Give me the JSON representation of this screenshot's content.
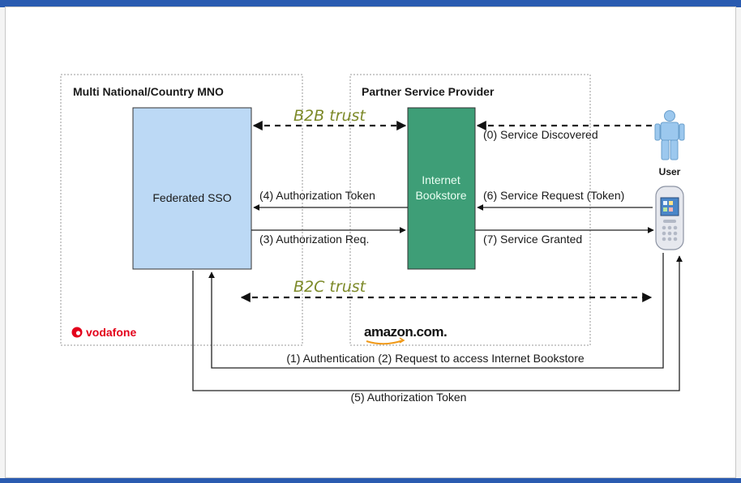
{
  "zones": {
    "mno_title": "Multi National/Country MNO",
    "psp_title": "Partner Service Provider"
  },
  "nodes": {
    "sso": "Federated SSO",
    "bookstore_line1": "Internet",
    "bookstore_line2": "Bookstore",
    "user": "User"
  },
  "trust": {
    "b2b": "B2B trust",
    "b2c": "B2C trust"
  },
  "arrows": {
    "a0": "(0) Service Discovered",
    "a4": "(4) Authorization Token",
    "a6": "(6) Service Request (Token)",
    "a3": "(3) Authorization Req.",
    "a7": "(7) Service Granted",
    "a1_2": "(1) Authentication (2) Request to access Internet Bookstore",
    "a5": "(5) Authorization Token"
  },
  "logos": {
    "vodafone": "vodafone",
    "amazon": "amazon.com."
  },
  "colors": {
    "sso_fill": "#bcd9f5",
    "bookstore_fill": "#3e9e77",
    "trust_text": "#7d8a2a",
    "brand_bar": "#2a5bb0",
    "vodafone_red": "#e3001b"
  }
}
